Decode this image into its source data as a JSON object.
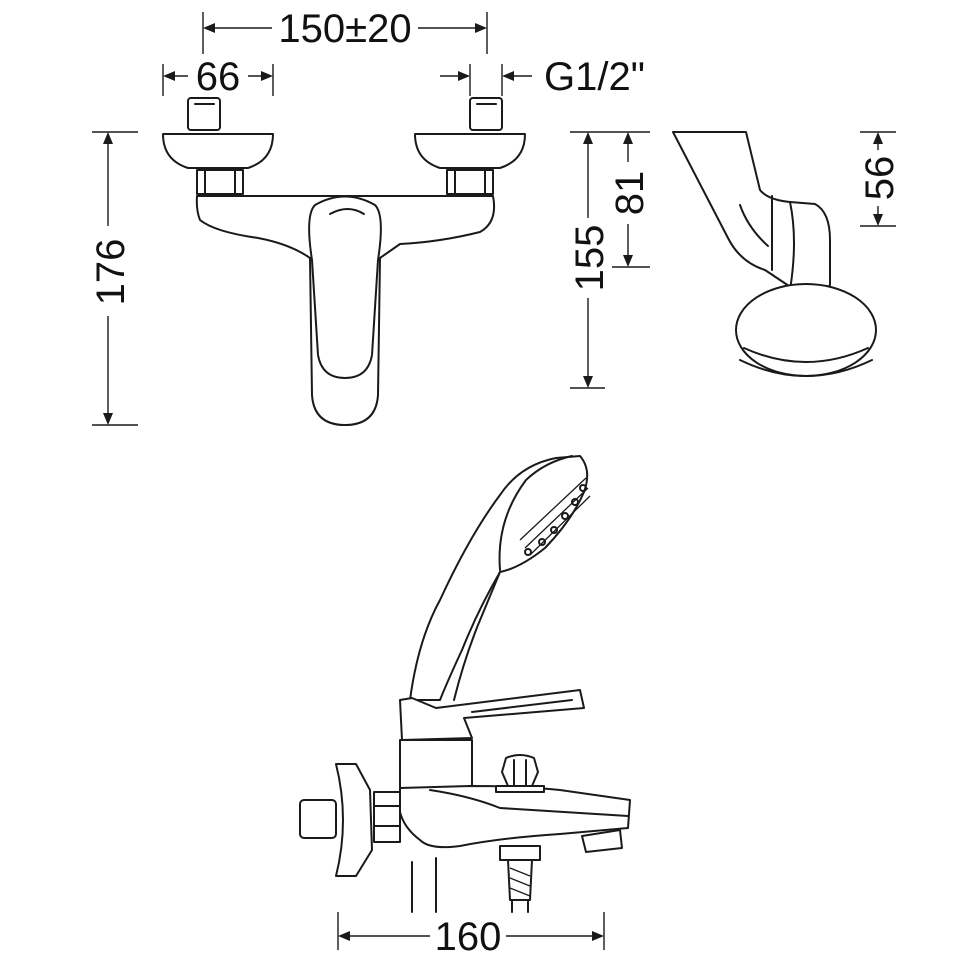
{
  "drawing": {
    "dimensions": {
      "spacing": "150±20",
      "inlet_width": "66",
      "thread": "G1/2\"",
      "height_total": "176",
      "height_body": "155",
      "height_spout": "81",
      "handle_height": "56",
      "spout_length": "160"
    }
  }
}
